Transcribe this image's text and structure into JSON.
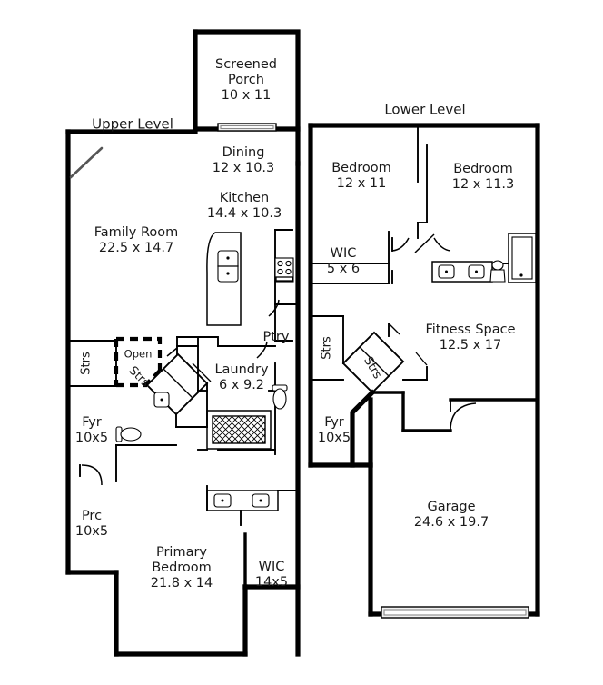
{
  "document": {
    "type": "real-estate-floor-plan",
    "levels": [
      "Upper Level",
      "Lower Level"
    ]
  },
  "levels": {
    "upper": {
      "label": "Upper Level"
    },
    "lower": {
      "label": "Lower Level"
    }
  },
  "upper_level": {
    "rooms": [
      {
        "key": "screened_porch",
        "name": "Screened Porch",
        "dimensions": "10 x 11"
      },
      {
        "key": "dining",
        "name": "Dining",
        "dimensions": "12 x 10.3"
      },
      {
        "key": "kitchen",
        "name": "Kitchen",
        "dimensions": "14.4 x 10.3"
      },
      {
        "key": "family_room",
        "name": "Family Room",
        "dimensions": "22.5 x 14.7"
      },
      {
        "key": "laundry",
        "name": "Laundry",
        "dimensions": "6 x 9.2"
      },
      {
        "key": "primary_bedroom",
        "name": "Primary Bedroom",
        "dimensions": "21.8 x 14"
      },
      {
        "key": "primary_wic",
        "name": "WIC",
        "dimensions": "14x5"
      },
      {
        "key": "furnace_upper",
        "name": "Fyr",
        "dimensions": "10x5"
      },
      {
        "key": "porch_prc",
        "name": "Prc",
        "dimensions": "10x5"
      }
    ],
    "annotations": [
      {
        "key": "pantry",
        "text": "Ptry"
      },
      {
        "key": "open_to_below",
        "text": "Open"
      },
      {
        "key": "stairs_vert",
        "text": "Strs"
      },
      {
        "key": "stairs_diag",
        "text": "Strs"
      }
    ]
  },
  "lower_level": {
    "rooms": [
      {
        "key": "bedroom_1",
        "name": "Bedroom",
        "dimensions": "12 x 11"
      },
      {
        "key": "bedroom_2",
        "name": "Bedroom",
        "dimensions": "12 x 11.3"
      },
      {
        "key": "wic_lower",
        "name": "WIC",
        "dimensions": "5 x 6"
      },
      {
        "key": "fitness_space",
        "name": "Fitness Space",
        "dimensions": "12.5 x 17"
      },
      {
        "key": "garage",
        "name": "Garage",
        "dimensions": "24.6 x 19.7"
      },
      {
        "key": "furnace_lower",
        "name": "Fyr",
        "dimensions": "10x5"
      }
    ],
    "annotations": [
      {
        "key": "stairs_vert_lower",
        "text": "Strs"
      },
      {
        "key": "stairs_diag_lower",
        "text": "Strs"
      }
    ]
  },
  "fixtures": {
    "kitchen_island_sink": "double-sink-icon",
    "kitchen_range": "range-icon",
    "primary_bath_vanity": "double-vanity-icon",
    "lower_bath_vanity": "double-vanity-icon",
    "lower_bath_toilet": "toilet-icon",
    "lower_bath_shower": "shower-icon",
    "laundry_appliances": "washer-dryer-icon",
    "laundry_toilet": "toilet-icon",
    "powder_toilet": "toilet-icon",
    "powder_sink": "sink-icon",
    "family_room_fireplace": "fireplace-icon",
    "porch_window": "window-icon",
    "garage_door": "garage-door-icon"
  },
  "colors": {
    "wall": "#000000",
    "background": "#ffffff",
    "text": "#1a1a1a",
    "fireplace": "#555555",
    "window_fill": "#f2f2f2"
  }
}
